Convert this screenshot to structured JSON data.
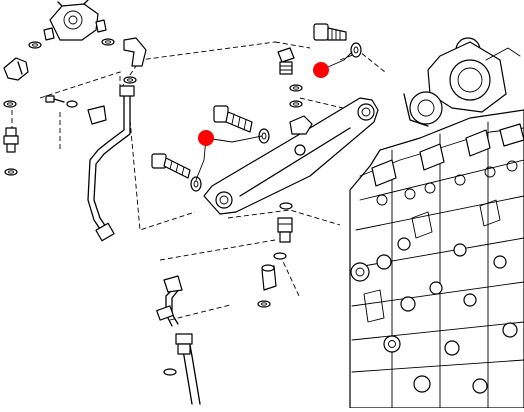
{
  "diagram": {
    "type": "exploded parts diagram",
    "highlight_color": "#ff0000",
    "line_color": "#000000",
    "highlighted_parts": [
      {
        "id": "marker-1"
      },
      {
        "id": "marker-2"
      }
    ]
  }
}
